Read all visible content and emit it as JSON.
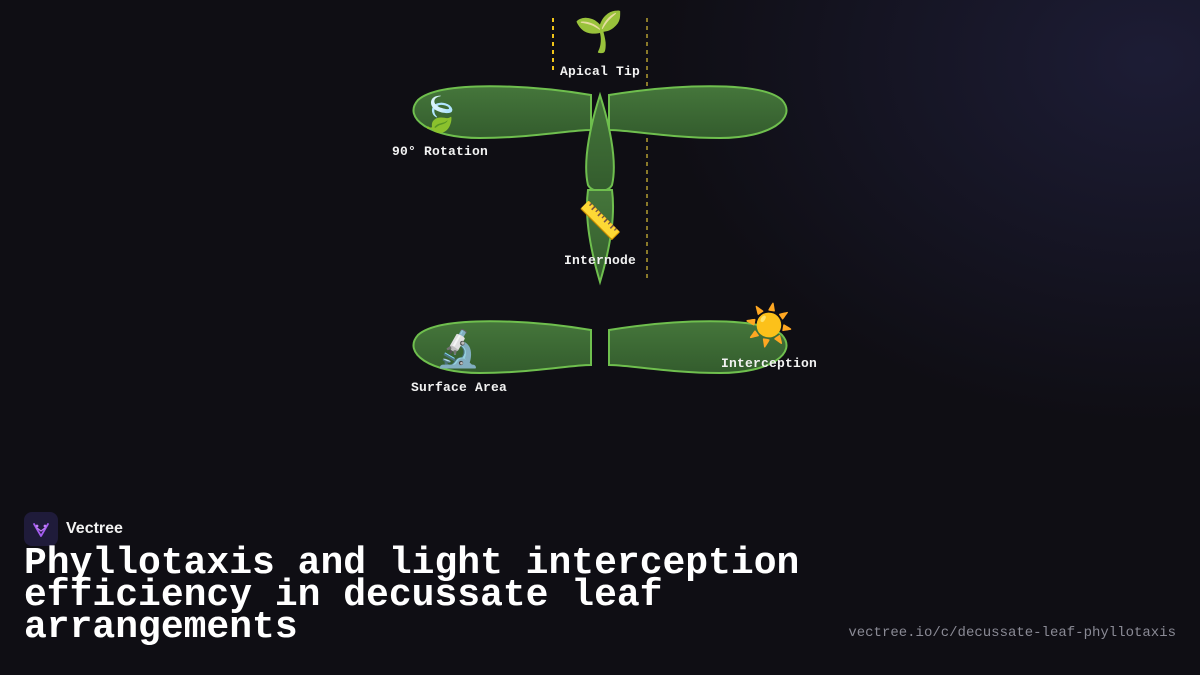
{
  "diagram": {
    "labels": {
      "apical_tip": "Apical Tip",
      "rotation": "90° Rotation",
      "internode": "Internode",
      "surface_area": "Surface Area",
      "interception": "Interception"
    },
    "icons": {
      "apical_tip": "🌱",
      "rotation": "🍃",
      "internode": "📏",
      "surface_area": "🔬",
      "interception": "☀️"
    },
    "colors": {
      "leaf_fill": "#3d6b35",
      "leaf_stroke": "#6fbf4e",
      "guide_yellow": "#f0c419",
      "guide_olive": "#8a7a2a"
    }
  },
  "brand": {
    "name": "Vectree"
  },
  "title": "Phyllotaxis and light interception efficiency in decussate leaf arrangements",
  "url": "vectree.io/c/decussate-leaf-phyllotaxis"
}
